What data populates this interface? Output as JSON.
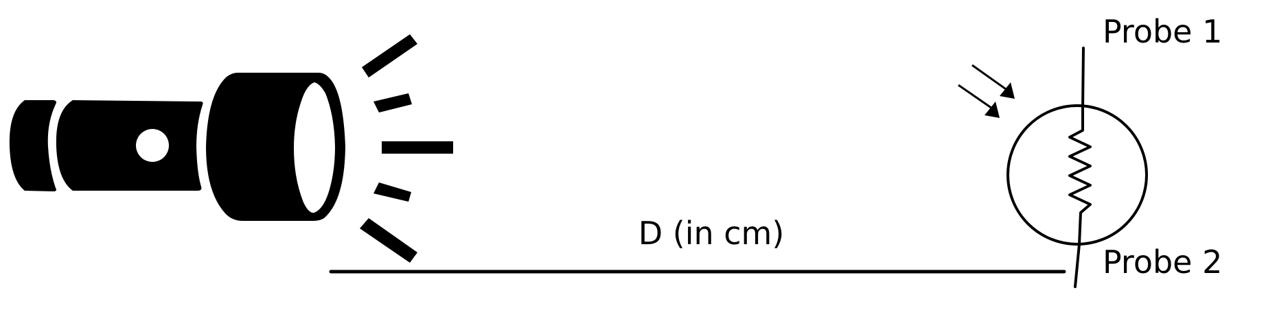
{
  "labels": {
    "distance": "D (in cm)",
    "probe_1": "Probe 1",
    "probe_2": "Probe 2"
  },
  "icons": {
    "light_source": "flashlight-icon",
    "light_rays": "light-rays-icon",
    "sensor": "photoresistor-icon",
    "incident_light": "incident-light-arrows-icon"
  },
  "colors": {
    "ink": "#000000",
    "background": "#ffffff"
  }
}
